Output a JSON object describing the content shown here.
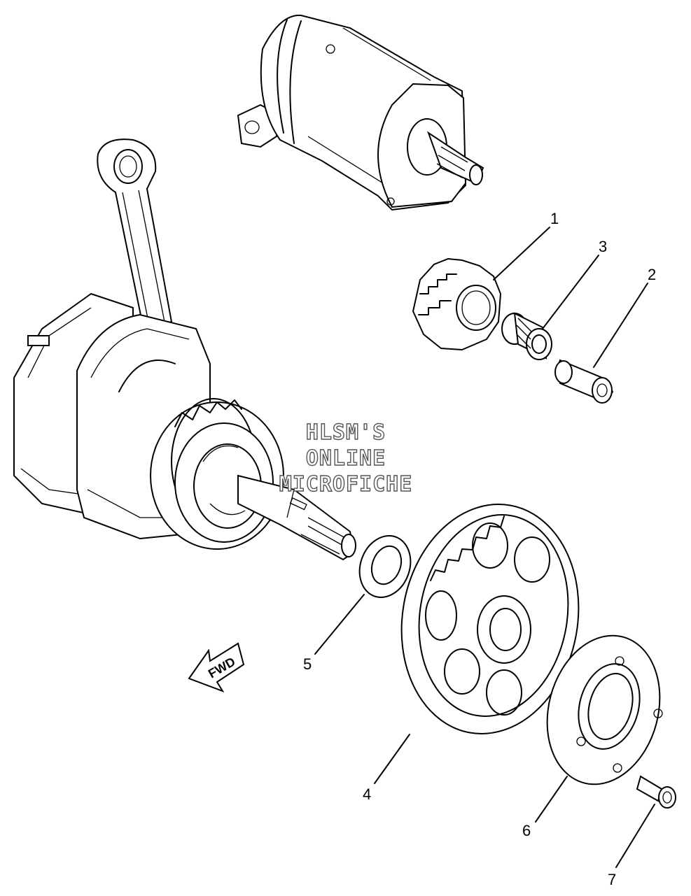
{
  "parts": [
    {
      "number": "1",
      "component": "gear"
    },
    {
      "number": "2",
      "component": "shaft"
    },
    {
      "number": "3",
      "component": "needle-bearing"
    },
    {
      "number": "4",
      "component": "starter-wheel-gear"
    },
    {
      "number": "5",
      "component": "washer"
    },
    {
      "number": "6",
      "component": "one-way-clutch"
    },
    {
      "number": "7",
      "component": "bolt"
    }
  ],
  "watermark": {
    "line1": "HLSM'S",
    "line2": "ONLINE",
    "line3": "MICROFICHE"
  },
  "arrow": {
    "label": "FWD"
  }
}
